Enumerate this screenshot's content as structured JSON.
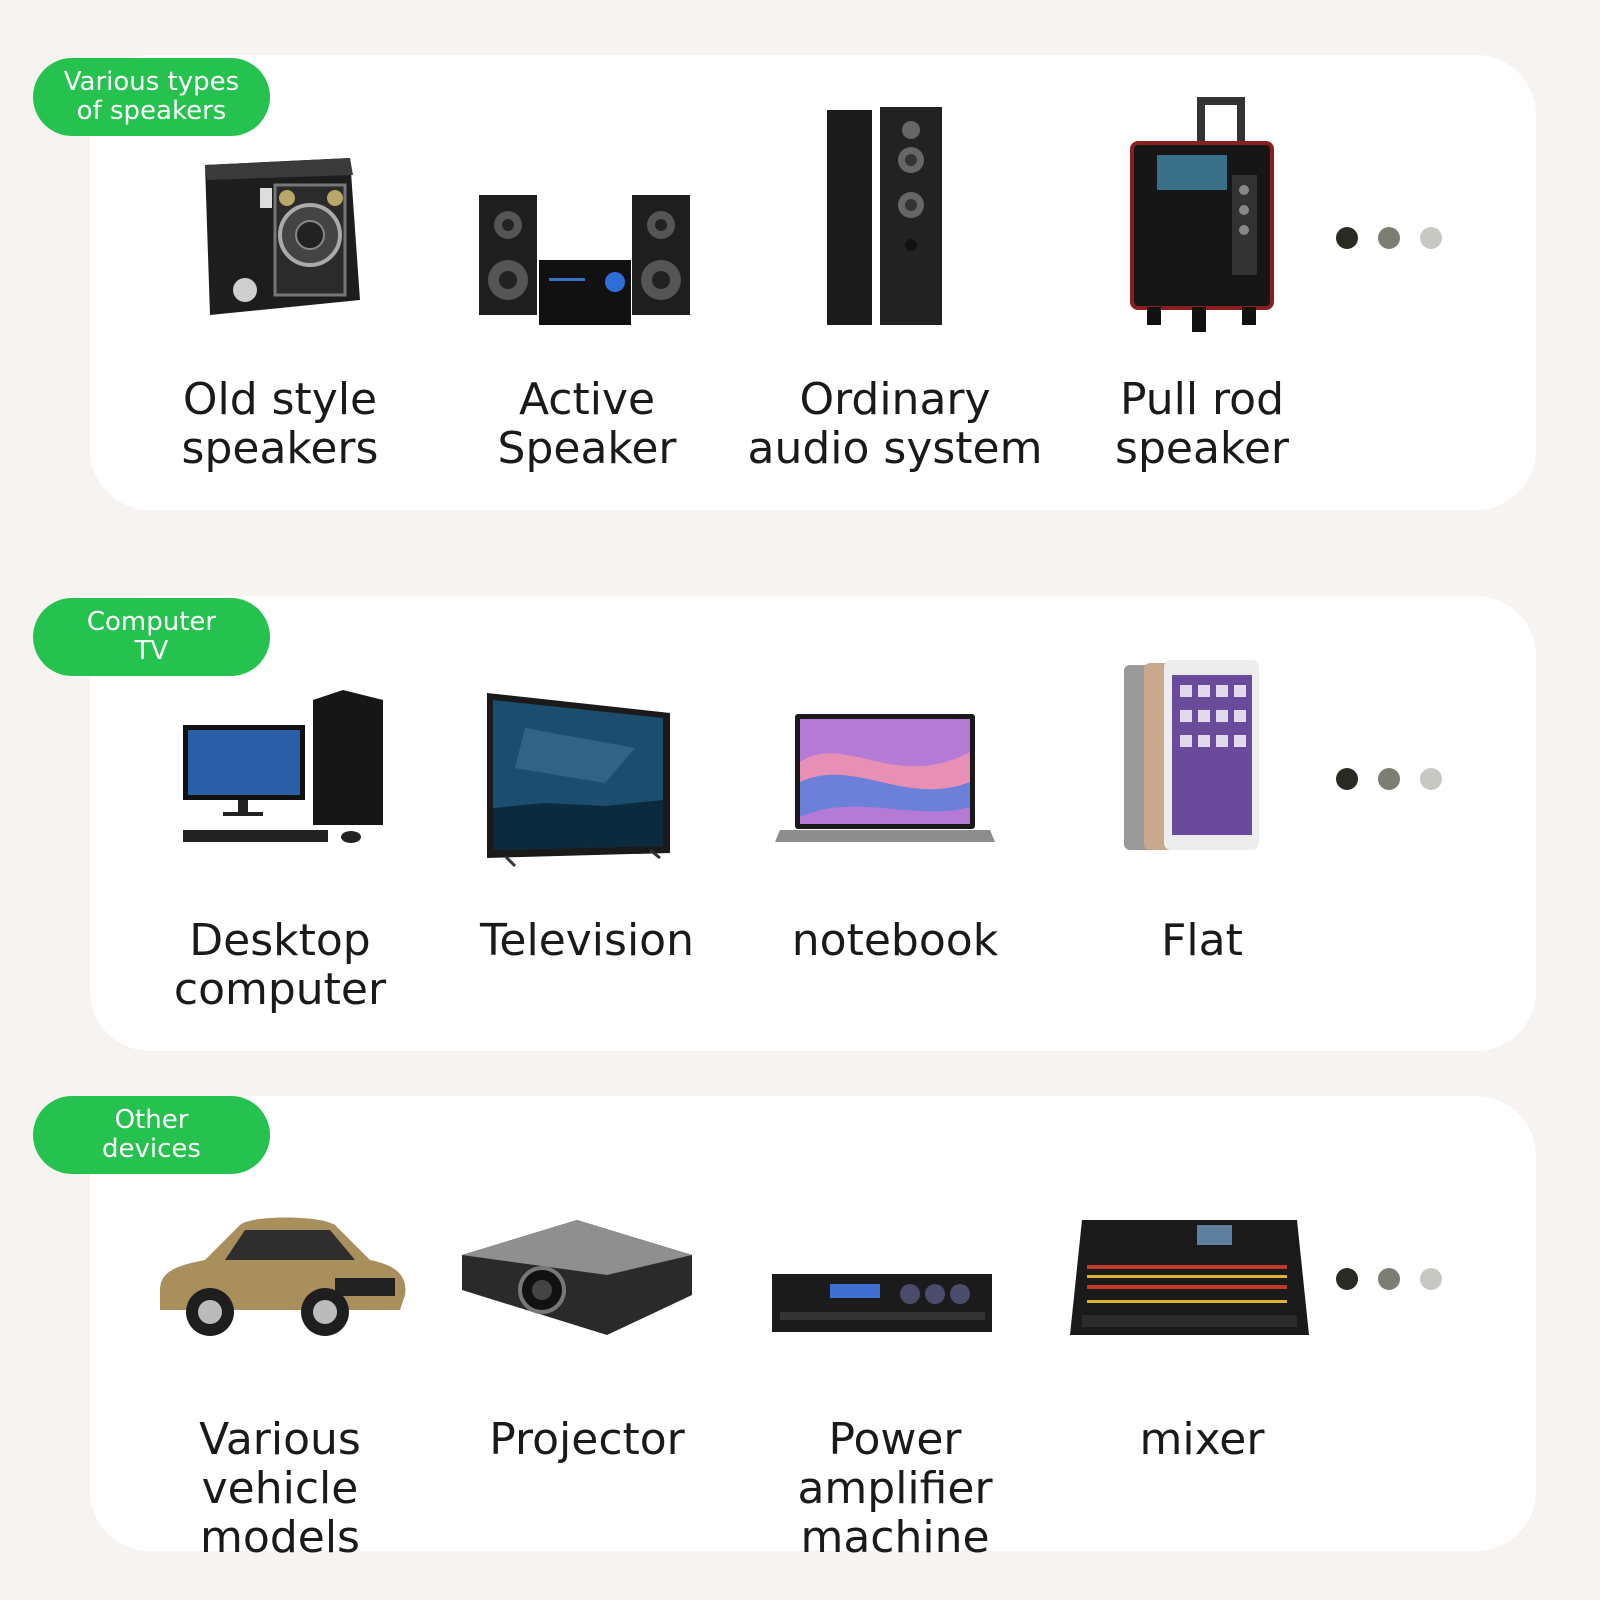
{
  "colors": {
    "background": "#f7f3f1",
    "card": "#ffffff",
    "badge": "#26c24f",
    "badge_text": "#ffffff",
    "label_text": "#1a1a1a",
    "dot_dark": "#2a2a22",
    "dot_mid": "#7d7d73",
    "dot_light": "#c8c8c2"
  },
  "sections": [
    {
      "badge": "Various types\nof speakers",
      "items": [
        {
          "label": "Old style\nspeakers",
          "icon": "vintage-speaker-icon"
        },
        {
          "label": "Active\nSpeaker",
          "icon": "active-speaker-icon"
        },
        {
          "label": "Ordinary\naudio system",
          "icon": "tower-speaker-icon"
        },
        {
          "label": "Pull rod\nspeaker",
          "icon": "trolley-speaker-icon"
        }
      ]
    },
    {
      "badge": "Computer\nTV",
      "items": [
        {
          "label": "Desktop\ncomputer",
          "icon": "desktop-computer-icon"
        },
        {
          "label": "Television",
          "icon": "television-icon"
        },
        {
          "label": "notebook",
          "icon": "laptop-icon"
        },
        {
          "label": "Flat",
          "icon": "tablet-icon"
        }
      ]
    },
    {
      "badge": "Other\ndevices",
      "items": [
        {
          "label": "Various vehicle\nmodels",
          "icon": "car-icon"
        },
        {
          "label": "Projector",
          "icon": "projector-icon"
        },
        {
          "label": "Power amplifier\nmachine",
          "icon": "amplifier-icon"
        },
        {
          "label": "mixer",
          "icon": "mixer-icon"
        }
      ]
    }
  ]
}
